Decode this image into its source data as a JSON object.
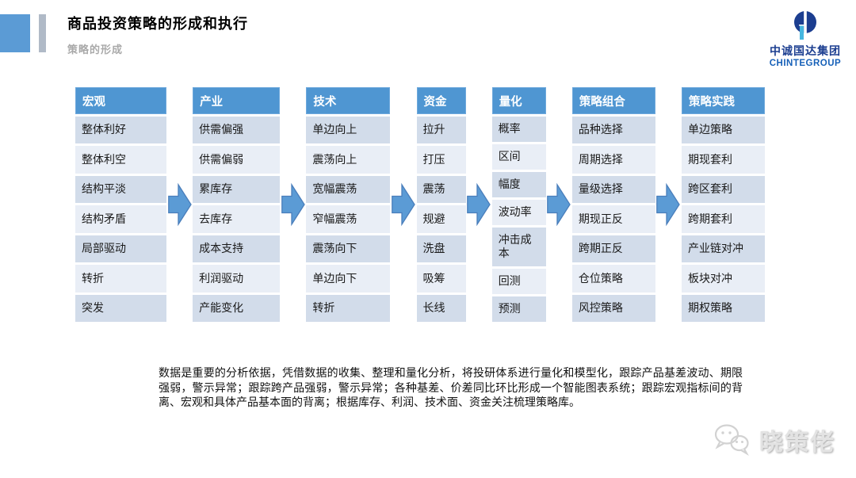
{
  "slide": {
    "title": "商品投资策略的形成和执行",
    "subtitle": "策略的形成"
  },
  "logo": {
    "cn": "中诚国达集团",
    "en": "CHINTEGROUP"
  },
  "columns": [
    {
      "header": "宏观",
      "items": [
        "整体利好",
        "整体利空",
        "结构平淡",
        "结构矛盾",
        "局部驱动",
        "转折",
        "突发"
      ]
    },
    {
      "header": "产业",
      "items": [
        "供需偏强",
        "供需偏弱",
        "累库存",
        "去库存",
        "成本支持",
        "利润驱动",
        "产能变化"
      ]
    },
    {
      "header": "技术",
      "items": [
        "单边向上",
        "震荡向上",
        "宽幅震荡",
        "窄幅震荡",
        "震荡向下",
        "单边向下",
        "转折"
      ]
    },
    {
      "header": "资金",
      "items": [
        "拉升",
        "打压",
        "震荡",
        "规避",
        "洗盘",
        "吸筹",
        "长线"
      ]
    },
    {
      "header": "量化",
      "items": [
        "概率",
        "区间",
        "幅度",
        "波动率",
        "冲击成本",
        "回测",
        "预测"
      ]
    },
    {
      "header": "策略组合",
      "items": [
        "品种选择",
        "周期选择",
        "量级选择",
        "期现正反",
        "跨期正反",
        "仓位策略",
        "风控策略"
      ]
    },
    {
      "header": "策略实践",
      "items": [
        "单边策略",
        "期现套利",
        "跨区套利",
        "跨期套利",
        "产业链对冲",
        "板块对冲",
        "期权策略"
      ]
    }
  ],
  "description": "数据是重要的分析依据，凭借数据的收集、整理和量化分析，将投研体系进行量化和模型化，跟踪产品基差波动、期限强弱，警示异常；跟踪跨产品强弱，警示异常；各种基差、价差同比环比形成一个智能图表系统；跟踪宏观指标间的背离、宏观和具体产品基本面的背离；根据库存、利润、技术面、资金关注梳理策略库。",
  "watermark": {
    "text": "晓策佬",
    "icon": "wechat-icon"
  },
  "icons": {
    "flow_arrow": "right-arrow-icon",
    "logo_mark": "chinte-group-logo-icon"
  },
  "colors": {
    "header_blue": "#4f96d2",
    "band_dark": "#d2dcea",
    "band_light": "#e9eef6",
    "arrow_blue": "#5b9bd5",
    "arrow_border": "#4a7ebb",
    "deco_square_blue": "#5b9bd5",
    "deco_bar_gray": "#b0bac7",
    "logo_navy": "#1c3e90",
    "logo_blue": "#1660b8",
    "subtitle_gray": "#a9a9a9"
  }
}
